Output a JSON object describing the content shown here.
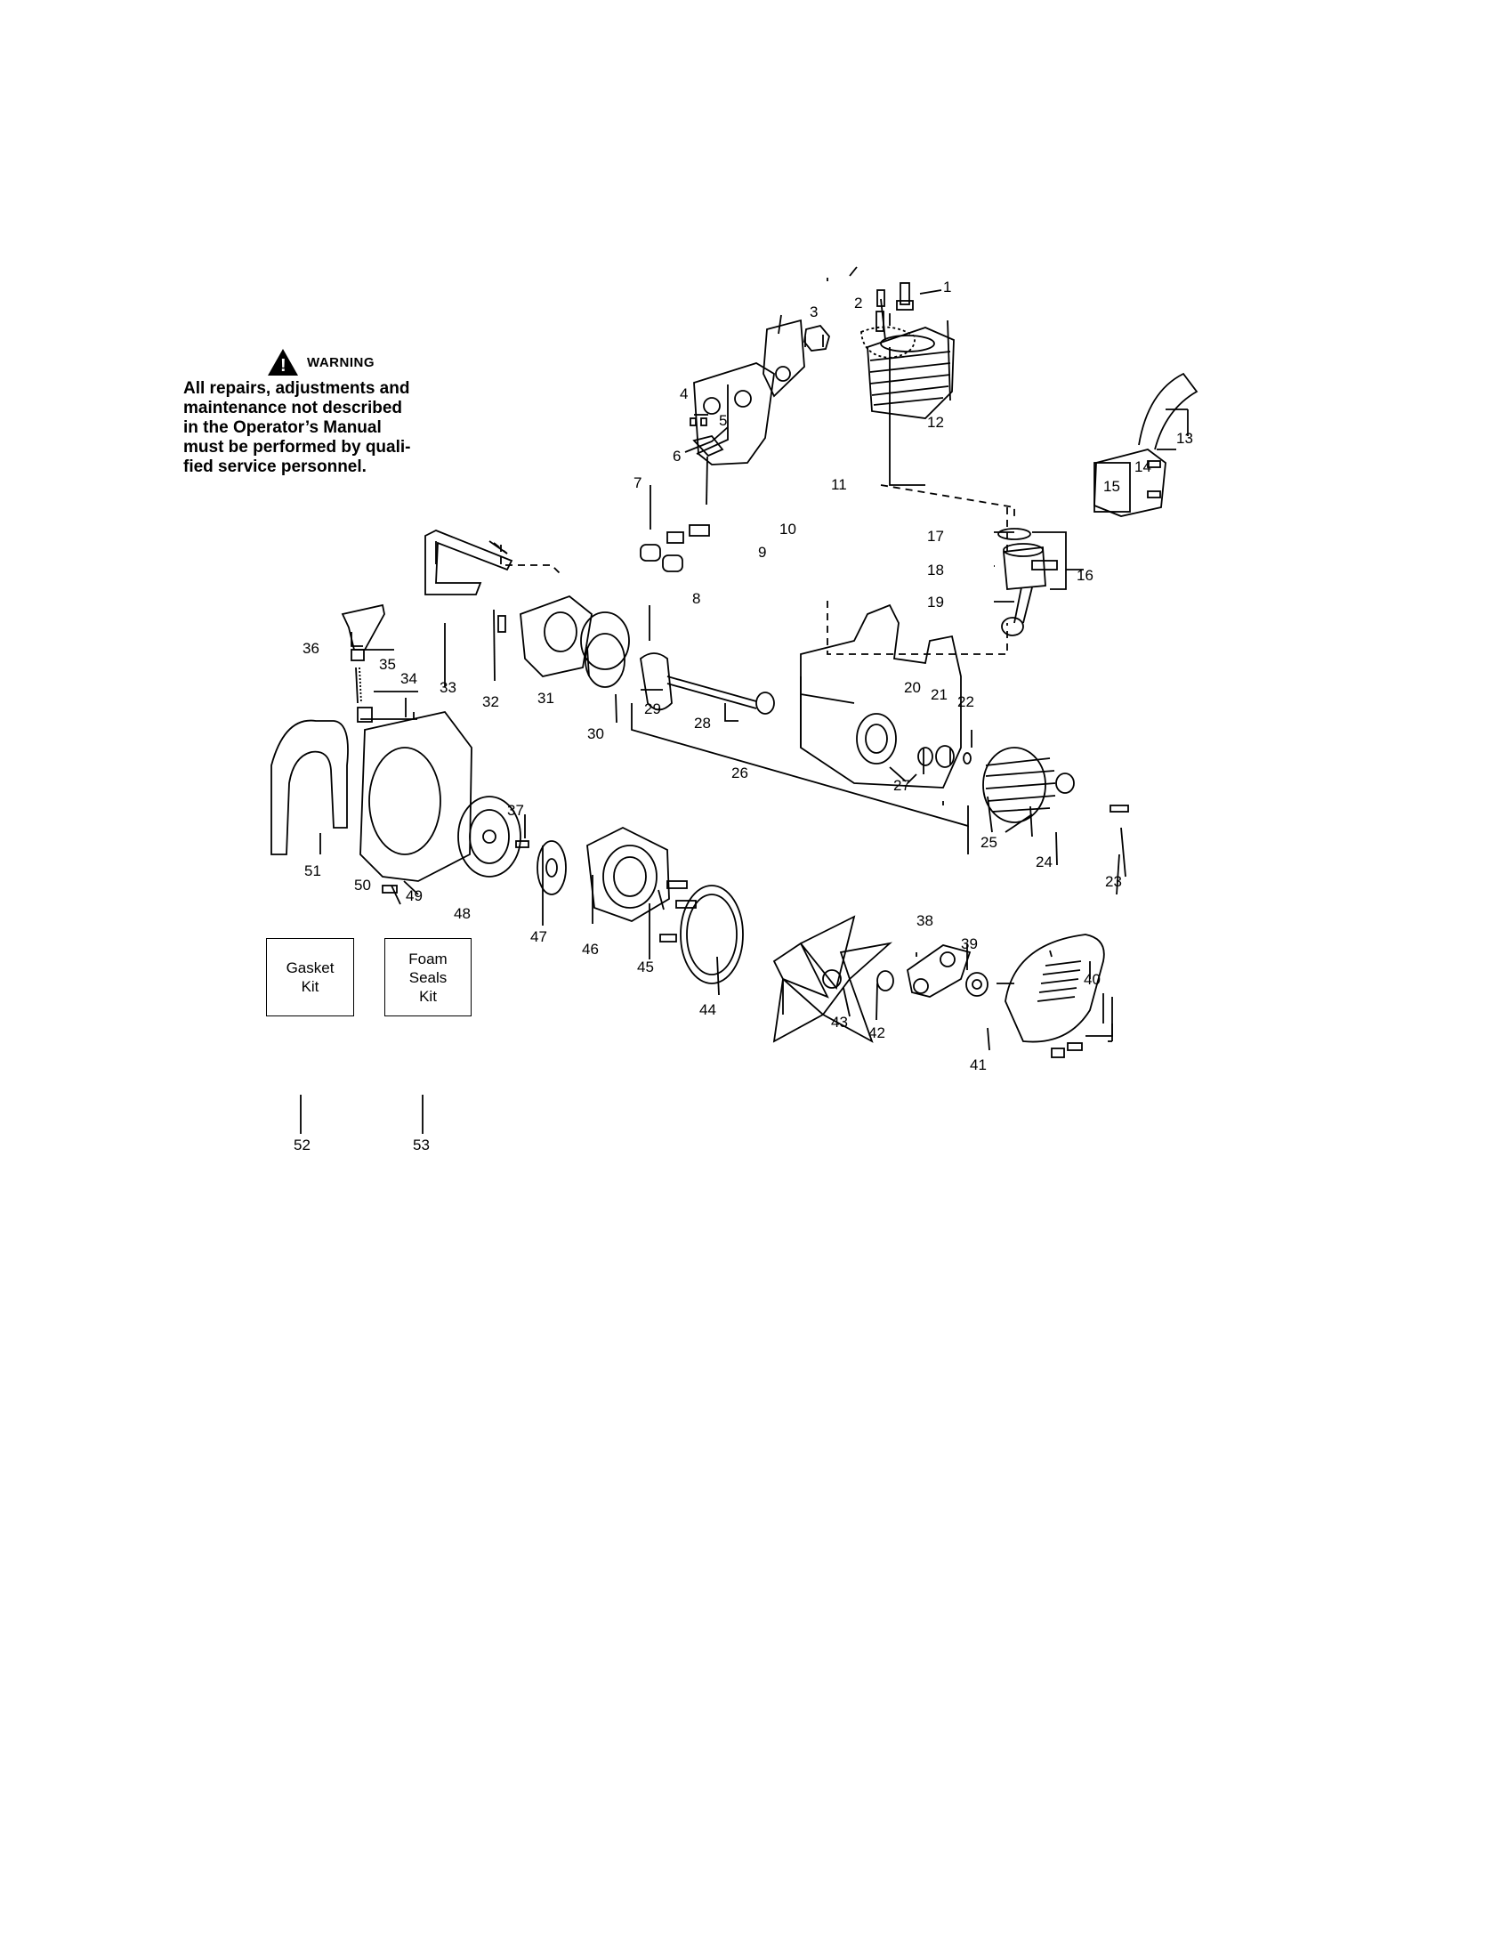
{
  "warning": {
    "title": "WARNING",
    "icon": "warning-triangle-icon",
    "lines": [
      "All repairs, adjustments and",
      "maintenance not described",
      "in the Operator’s Manual",
      "must be performed by quali-",
      "fied service personnel."
    ]
  },
  "kits": [
    {
      "number": "52",
      "lines": [
        "Gasket",
        "Kit"
      ]
    },
    {
      "number": "53",
      "lines": [
        "Foam",
        "Seals",
        "Kit"
      ]
    }
  ],
  "callouts": [
    "1",
    "2",
    "3",
    "4",
    "5",
    "6",
    "7",
    "8",
    "9",
    "10",
    "11",
    "12",
    "13",
    "14",
    "15",
    "16",
    "17",
    "18",
    "19",
    "20",
    "21",
    "22",
    "23",
    "24",
    "25",
    "26",
    "27",
    "28",
    "29",
    "30",
    "31",
    "32",
    "33",
    "34",
    "35",
    "36",
    "37",
    "38",
    "39",
    "40",
    "41",
    "42",
    "43",
    "44",
    "45",
    "46",
    "47",
    "48",
    "49",
    "50",
    "51"
  ]
}
